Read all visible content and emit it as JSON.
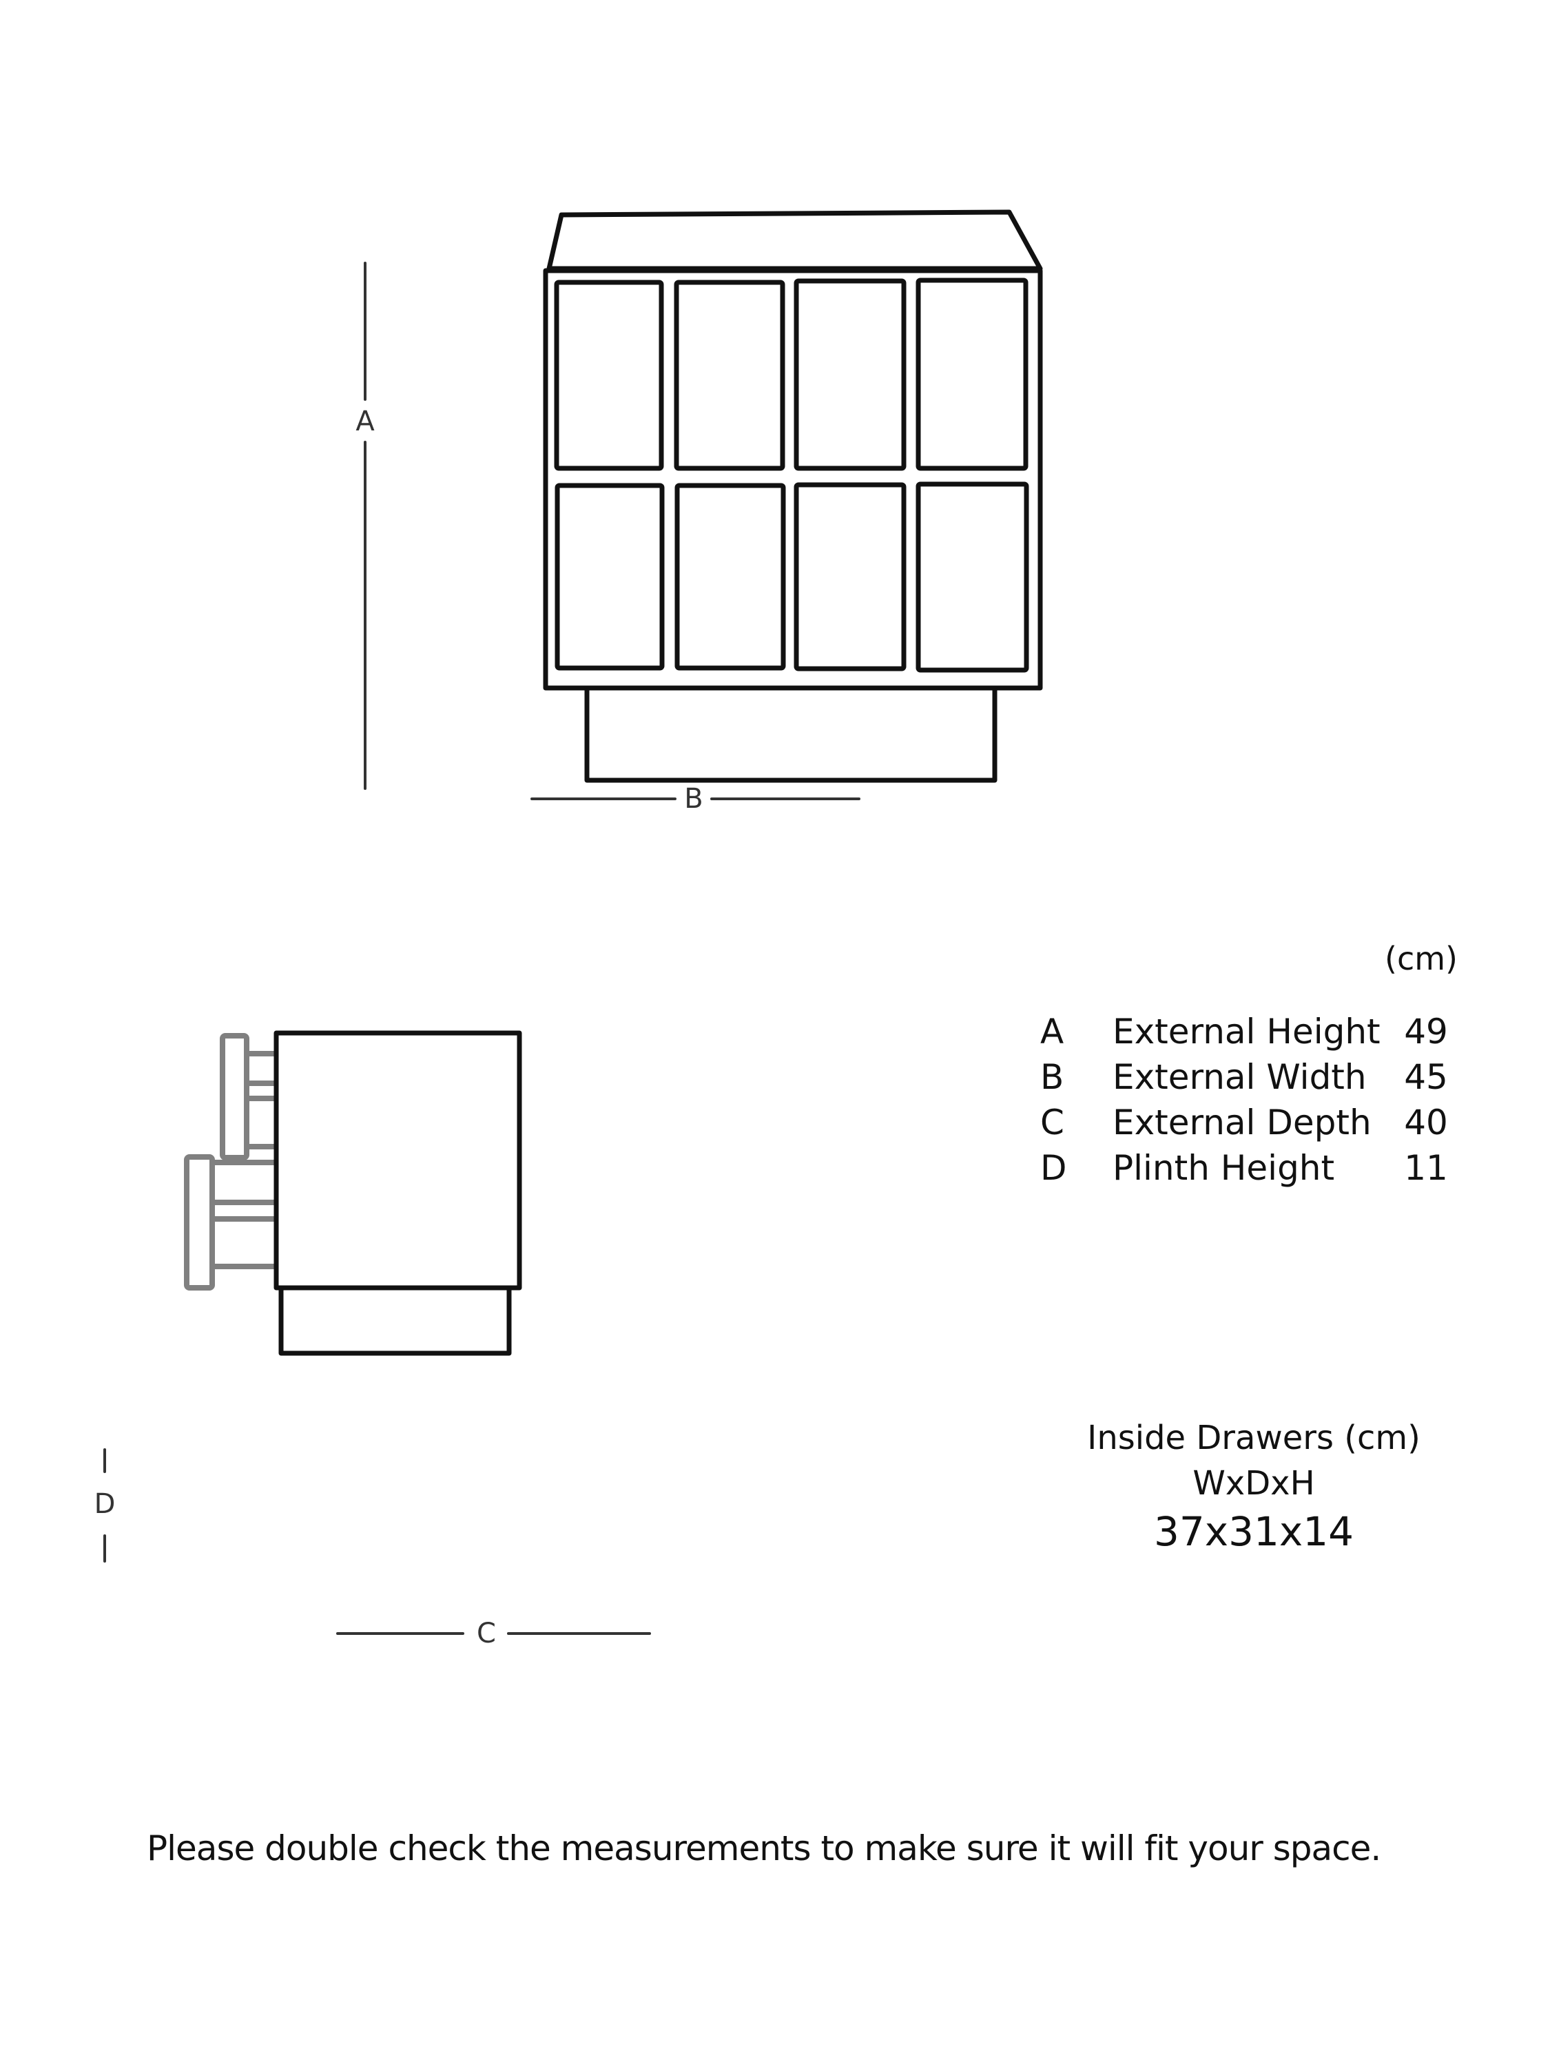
{
  "front_view": {
    "dimension_label_a": "A",
    "dimension_label_b": "B"
  },
  "side_view": {
    "dimension_label_c": "C",
    "dimension_label_d": "D"
  },
  "dimensions_table": {
    "unit": "(cm)",
    "rows": [
      {
        "letter": "A",
        "label": "External Height",
        "value": "49"
      },
      {
        "letter": "B",
        "label": "External Width",
        "value": "45"
      },
      {
        "letter": "C",
        "label": "External Depth",
        "value": "40"
      },
      {
        "letter": "D",
        "label": "Plinth Height",
        "value": "11"
      }
    ]
  },
  "inside_drawers": {
    "title": "Inside Drawers (cm)",
    "format": "WxDxH",
    "value": "37x31x14"
  },
  "footer_note": "Please double check the measurements to make sure it will fit your space.",
  "colors": {
    "line": "#111111",
    "drawer_outline": "#808080",
    "dimension_line": "#333333",
    "background": "#ffffff"
  }
}
